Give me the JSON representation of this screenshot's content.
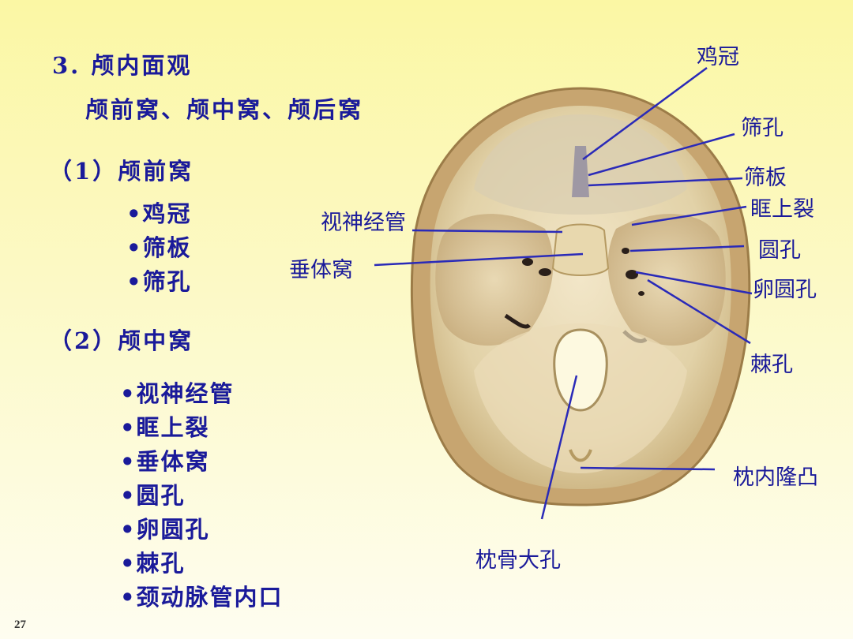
{
  "title": "3.  颅内面观",
  "subtitle": "颅前窝、颅中窝、颅后窝",
  "sections": [
    {
      "heading": "（1）颅前窝",
      "items": [
        "•鸡冠",
        "•筛板",
        "•筛孔"
      ]
    },
    {
      "heading": "（2）颅中窝",
      "items": [
        "•视神经管",
        "•眶上裂",
        "•垂体窝",
        "•圆孔",
        "•卵圆孔",
        "•棘孔",
        "•颈动脉管内口"
      ]
    }
  ],
  "labels": {
    "jiguan": "鸡冠",
    "shaikong": "筛孔",
    "shaiban": "筛板",
    "kuangshanglie": "眶上裂",
    "shishenjingguan": "视神经管",
    "yuankong": "圆孔",
    "chuitiwo": "垂体窝",
    "luanyuankong": "卵圆孔",
    "jikong": "棘孔",
    "zhenneilongtu": "枕内隆凸",
    "zhengudakong": "枕骨大孔"
  },
  "page_number": "27",
  "colors": {
    "text": "#1a1a9a",
    "leader": "#2a2ab8",
    "bone": "#e6d7b3"
  }
}
